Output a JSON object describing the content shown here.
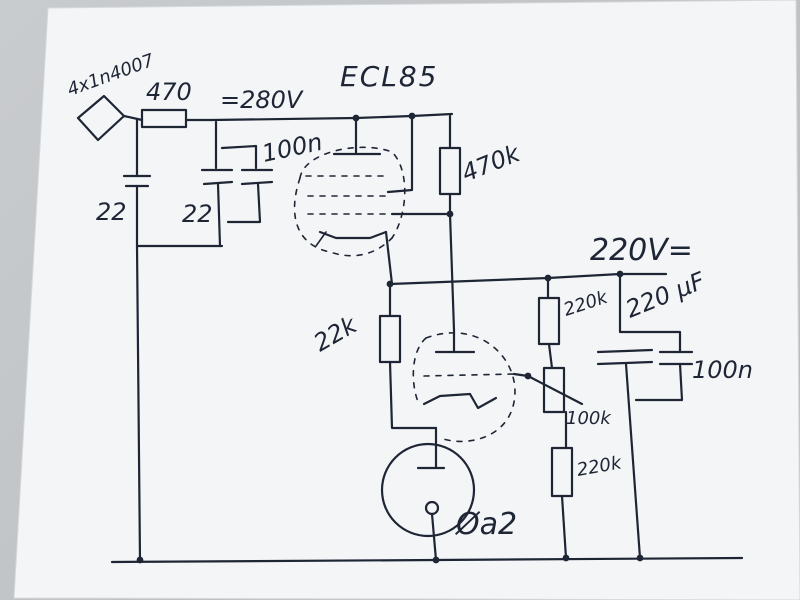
{
  "diagram": {
    "tube_type": "ECL85",
    "rectifier": "4x1n4007",
    "series_resistor": "470",
    "supply_high": "=280V",
    "supply_low": "220V=",
    "c_filter_1": "22",
    "c_filter_2": "22",
    "c_decouple_1": "100n",
    "anode_resistor": "470k",
    "grid_resistor": "22k",
    "divider_top": "220k",
    "potentiometer": "100k",
    "divider_bottom": "220k",
    "c_filter_3": "220 µF",
    "c_decouple_2": "100n",
    "meter": "Øa2"
  }
}
